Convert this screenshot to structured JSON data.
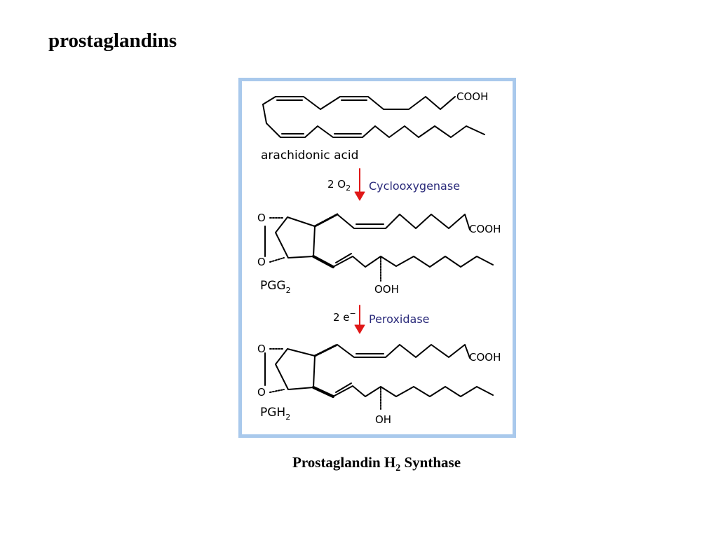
{
  "slide": {
    "title": "prostaglandins"
  },
  "diagram": {
    "compounds": {
      "arachidonic_acid": {
        "label": "arachidonic acid",
        "carboxyl": "COOH"
      },
      "pgg2": {
        "label_main": "PGG",
        "label_sub": "2",
        "carboxyl": "COOH",
        "hydroperoxy": "OOH",
        "ring_oxygen_1": "O",
        "ring_oxygen_2": "O"
      },
      "pgh2": {
        "label_main": "PGH",
        "label_sub": "2",
        "carboxyl": "COOH",
        "hydroxy": "OH",
        "ring_oxygen_1": "O",
        "ring_oxygen_2": "O"
      }
    },
    "steps": [
      {
        "reagent_prefix": "2 O",
        "reagent_sub": "2",
        "enzyme": "Cyclooxygenase"
      },
      {
        "reagent_prefix": "2 e",
        "reagent_sup": "−",
        "enzyme": "Peroxidase"
      }
    ],
    "colors": {
      "frame": "#a9c9ec",
      "arrow": "#e01818",
      "enzyme_text": "#2a2a7a"
    }
  },
  "caption": {
    "prefix": "Prostaglandin H",
    "sub": "2",
    "suffix": " Synthase"
  }
}
